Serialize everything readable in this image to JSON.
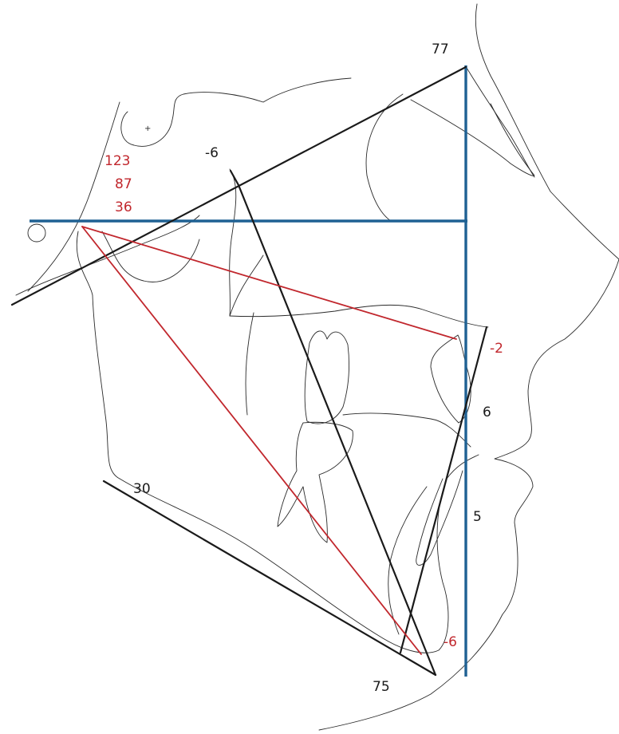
{
  "colors": {
    "reference_blue": "#1f6193",
    "measurement_red": "#c1272d",
    "outline_black": "#1a1a1a"
  },
  "measurements": {
    "angle_top": "77",
    "angle_left": "-6",
    "stack_line1": "123",
    "stack_line2": "87",
    "stack_line3": "36",
    "incisor_upper": "-2",
    "lip_upper": "6",
    "lip_lower": "5",
    "mandibular_plane": "30",
    "chin_red": "-6",
    "chin_black": "75"
  }
}
